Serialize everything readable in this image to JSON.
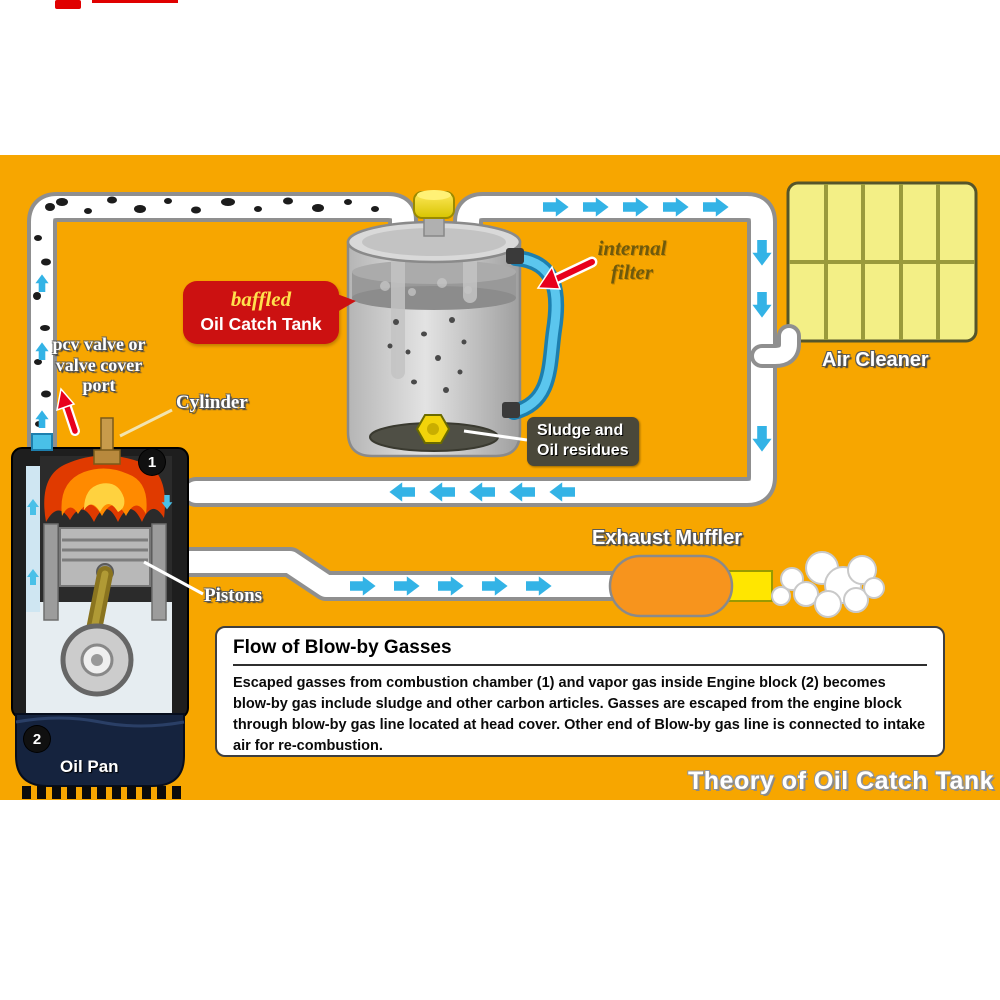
{
  "labels": {
    "pcv_line1": "pcv valve or",
    "pcv_line2": "valve cover",
    "pcv_line3": "port",
    "cylinder": "Cylinder",
    "pistons": "Pistons",
    "oil_pan": "Oil Pan",
    "marker_combustion_chamber": "1",
    "marker_engine_block": "2",
    "tank_line1": "baffled",
    "tank_line2": "Oil Catch Tank",
    "filter_line1": "internal",
    "filter_line2": "filter",
    "sludge_line1": "Sludge and",
    "sludge_line2": "Oil residues",
    "air_cleaner": "Air Cleaner",
    "exhaust_muffler": "Exhaust Muffler"
  },
  "info_panel": {
    "title": "Flow of Blow-by Gasses",
    "body": "Escaped gasses from combustion chamber (1) and vapor gas inside Engine block (2) becomes blow-by gas include sludge and other carbon articles.  Gasses are escaped from the engine block through blow-by gas line located at head cover.  Other end of Blow-by gas line is connected to intake air for re-combustion."
  },
  "footer_title": "Theory of Oil Catch Tank",
  "colors": {
    "diagram_background": "#F7A600",
    "flow_arrow_cyan": "#33B3E6",
    "callout_red": "#CC1111",
    "sludge_box_dark": "#4A483A",
    "air_cleaner_yellow": "#F3EF86",
    "muffler_orange": "#F7941D",
    "tail_pipe_yellow": "#FFE600",
    "oil_pan_navy": "#15233E"
  }
}
